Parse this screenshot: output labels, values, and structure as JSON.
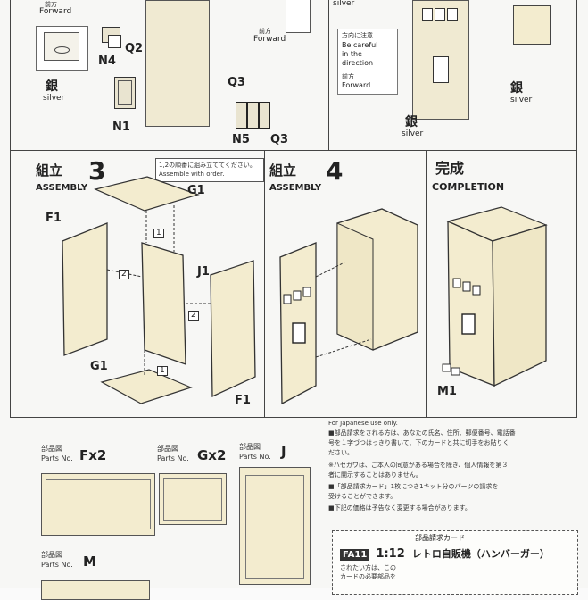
{
  "top": {
    "forward_jp": "前方",
    "forward_en": "Forward",
    "forward2_jp": "前方",
    "forward2_en": "Forward",
    "silver_jp": "銀",
    "silver_en": "silver",
    "silver_top_en": "silver",
    "n4": "N4",
    "q2": "Q2",
    "n1": "N1",
    "q3a": "Q3",
    "q3b": "Q3",
    "n5": "N5",
    "caution_jp": "方向に注意",
    "caution_en1": "Be careful",
    "caution_en2": "in the",
    "caution_en3": "direction",
    "forward3_jp": "前方",
    "forward3_en": "Forward",
    "silver2_jp": "銀",
    "silver2_en": "silver",
    "silver3_jp": "銀",
    "silver3_en": "silver"
  },
  "step3": {
    "title_jp": "組立",
    "num": "3",
    "title_en": "ASSEMBLY",
    "note1": "1,2の順番に組み立ててください。",
    "note2": "Assemble with order.",
    "g1_top": "G1",
    "f1_left": "F1",
    "j1": "J1",
    "g1_bottom": "G1",
    "f1_right": "F1",
    "n1": "1",
    "n2": "2",
    "n2b": "2",
    "n1b": "1"
  },
  "step4": {
    "title_jp": "組立",
    "num": "4",
    "title_en": "ASSEMBLY"
  },
  "completion": {
    "title_jp": "完成",
    "title_en": "COMPLETION",
    "m1": "M1"
  },
  "parts": {
    "f_jp": "部品図",
    "f_en": "Parts No.",
    "f_code": "Fx2",
    "g_jp": "部品図",
    "g_en": "Parts No.",
    "g_code": "Gx2",
    "j_jp": "部品図",
    "j_en": "Parts No.",
    "j_code": "J",
    "m_jp": "部品図",
    "m_en": "Parts No.",
    "m_code": "M"
  },
  "japanese": {
    "header": "For Japanese use only.",
    "lines": [
      "■部品請求をされる方は、あなたの氏名、住所、郵便番号、電話番",
      "号を１字づつはっきり書いて、下のカードと共に切手をお貼りく",
      "ださい。",
      "※ハセガワは、ご本人の同意がある場合を除き、個人情報を第３",
      "者に開示することはありません。",
      "■「部品請求カード」1枚につき1キット分のパーツの請求を",
      "受けることができます。",
      "■下記の価格は予告なく変更する場合があります。"
    ],
    "card_title": "部品請求カード",
    "card_code": "FA11",
    "card_scale": "1:12",
    "card_name": "レトロ自販機（ハンバーガー）",
    "card_line1": "されたい方は、この",
    "card_line2": "カードの必要部品を"
  }
}
